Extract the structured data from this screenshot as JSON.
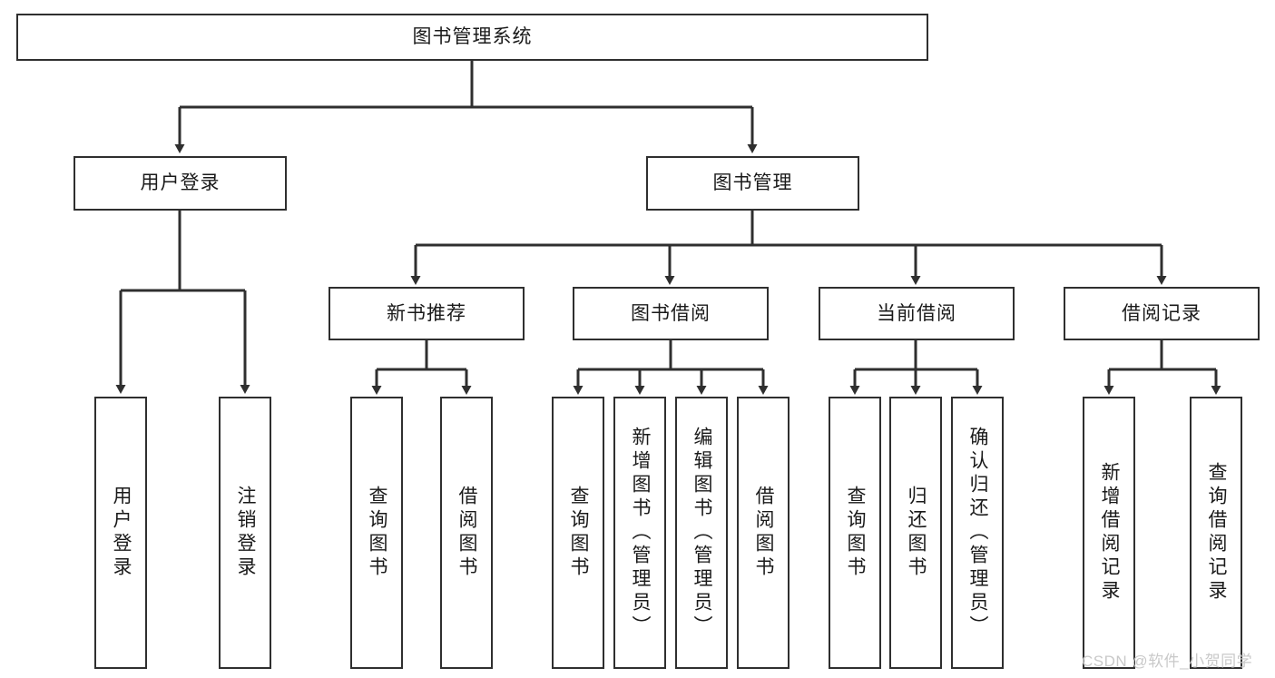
{
  "diagram": {
    "title": "图书管理系统",
    "type": "hierarchy-tree",
    "levels": 4,
    "colors": {
      "border": "#2f2f2f",
      "background": "#ffffff",
      "text": "#1a1a1a",
      "edge": "#2f2f2f",
      "watermark": "#c9c9c9"
    },
    "root": {
      "label": "图书管理系统"
    },
    "level2": [
      {
        "label": "用户登录"
      },
      {
        "label": "图书管理"
      }
    ],
    "level3": [
      {
        "label": "新书推荐"
      },
      {
        "label": "图书借阅"
      },
      {
        "label": "当前借阅"
      },
      {
        "label": "借阅记录"
      }
    ],
    "leaves": {
      "user_login": [
        {
          "label": "用户登录"
        },
        {
          "label": "注销登录"
        }
      ],
      "new_book_recommend": [
        {
          "label": "查询图书"
        },
        {
          "label": "借阅图书"
        }
      ],
      "book_borrow": [
        {
          "label": "查询图书"
        },
        {
          "label": "新增图书（管理员）"
        },
        {
          "label": "编辑图书（管理员）"
        },
        {
          "label": "借阅图书"
        }
      ],
      "current_borrow": [
        {
          "label": "查询图书"
        },
        {
          "label": "归还图书"
        },
        {
          "label": "确认归还（管理员）"
        }
      ],
      "borrow_record": [
        {
          "label": "新增借阅记录"
        },
        {
          "label": "查询借阅记录"
        }
      ]
    }
  },
  "watermark": {
    "text": "CSDN @软件_小贺同学"
  }
}
